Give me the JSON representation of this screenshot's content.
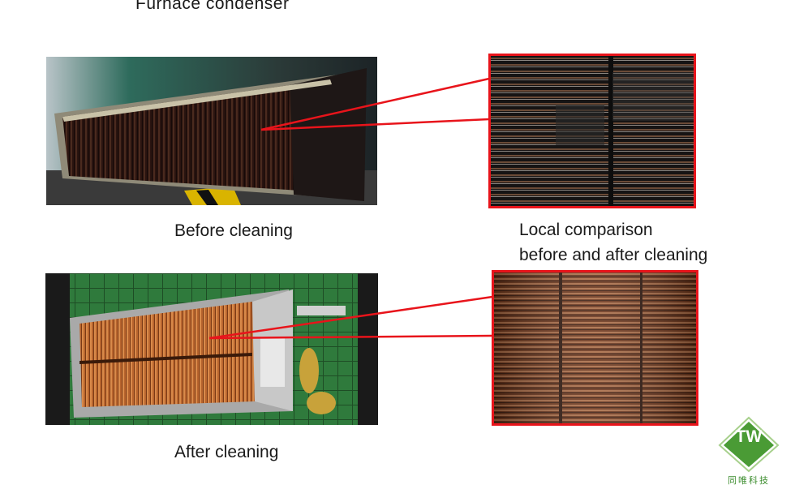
{
  "slide": {
    "title": "Furnace condenser",
    "captions": {
      "before": "Before cleaning",
      "after": "After cleaning",
      "local_line1": "Local comparison",
      "local_line2": "before and after cleaning"
    }
  },
  "logo": {
    "mark": "TW",
    "subtitle": "同唯科技",
    "color": "#4a9b35"
  },
  "colors": {
    "connector_red": "#e8141b"
  }
}
